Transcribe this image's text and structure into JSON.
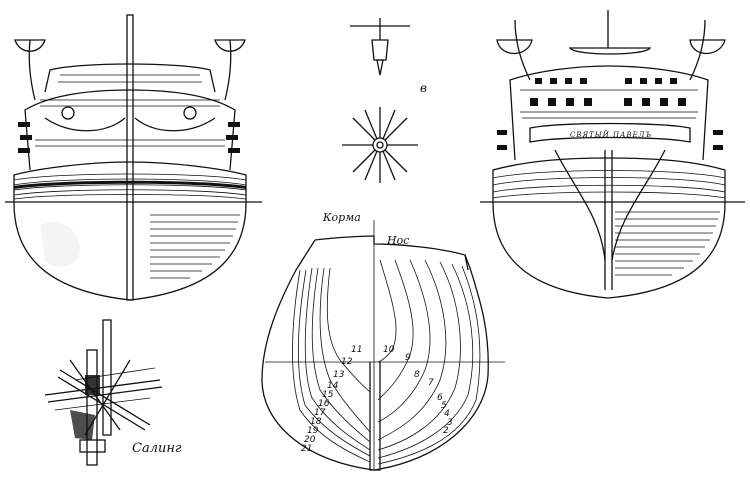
{
  "labels": {
    "stern_label": "Корма",
    "bow_label": "Нос",
    "saling_label": "Салинг",
    "detail_letter": "в",
    "ship_name": "СВЯТЫЙ ПАВЕЛЪ"
  },
  "frame_numbers": [
    "2",
    "3",
    "4",
    "5",
    "6",
    "7",
    "8",
    "9",
    "10",
    "11",
    "12",
    "13",
    "14",
    "15",
    "16",
    "17",
    "18",
    "19",
    "20",
    "21"
  ]
}
